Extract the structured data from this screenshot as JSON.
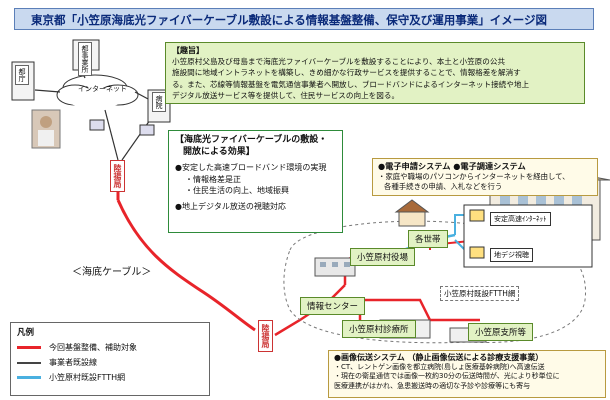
{
  "title": "東京都「小笠原海底光ファイバーケーブル敷設による情報基盤整備、保守及び運用事業」イメージ図",
  "purpose": {
    "heading": "【趣旨】",
    "lines": [
      "小笠原村父島及び母島まで海底光ファイバーケーブルを敷設することにより、本土と小笠原の公共",
      "施設間に地域イントラネットを構築し、きめ細かな行政サービスを提供することで、情報格差を解消す",
      "る。また、芯線等情報基盤を電気通信事業者へ開放し、ブロードバンドによるインターネット接続や地上",
      "デジタル放送サービス等を提供して、住民サービスの向上を図る。"
    ]
  },
  "effects": {
    "heading": "【海底光ファイバーケーブルの敷設・",
    "heading2": "開放による効果】",
    "items": [
      "●安定した高速ブロードバンド環境の実現",
      "・情報格差是正",
      "・住民生活の向上、地域振興",
      "●地上デジタル放送の視聴対応"
    ]
  },
  "systems": {
    "heading": "●電子申請システム ●電子調達システム",
    "lines": [
      "・家庭や職場のパソコンからインターネットを経由して、",
      "各種手続きの申請、入札などを行う"
    ]
  },
  "image_system": {
    "heading": "●画像伝送システム （静止画像伝送による診療支援事業）",
    "lines": [
      "・CT、レントゲン画像を都立病院(島しょ医療基幹病院)へ高速伝送",
      "・現在の衛星通信では画像一枚約30分の伝送時間が、光により秒単位に",
      "医療連携がはかれ、急患搬送時の適切な予診や診療等にも寄与"
    ]
  },
  "buildings": {
    "tokyo": "都庁",
    "tokyo_field": "都事業所",
    "hospital": "病院"
  },
  "internet": "インターネット",
  "stations": {
    "top": "陸揚局",
    "bottom": "陸揚局"
  },
  "cable_label": "＜海底ケーブル＞",
  "places": {
    "village_office": "小笠原村役場",
    "households": "各世帯",
    "info_center": "情報センター",
    "clinic": "小笠原村診療所",
    "branch": "小笠原支所等",
    "ftth": "小笠原村既設FTTH網"
  },
  "screens": {
    "broadband": "安定高速ｲﾝﾀｰﾈｯﾄ",
    "digital_tv": "地デジ視聴"
  },
  "legend": {
    "heading": "凡例",
    "items": [
      {
        "label": "今回基盤整備、補助対象",
        "color": "#e8242a"
      },
      {
        "label": "事業者既設線",
        "color": "#444444"
      },
      {
        "label": "小笠原村既設FTTH網",
        "color": "#4ab0e0"
      }
    ]
  }
}
